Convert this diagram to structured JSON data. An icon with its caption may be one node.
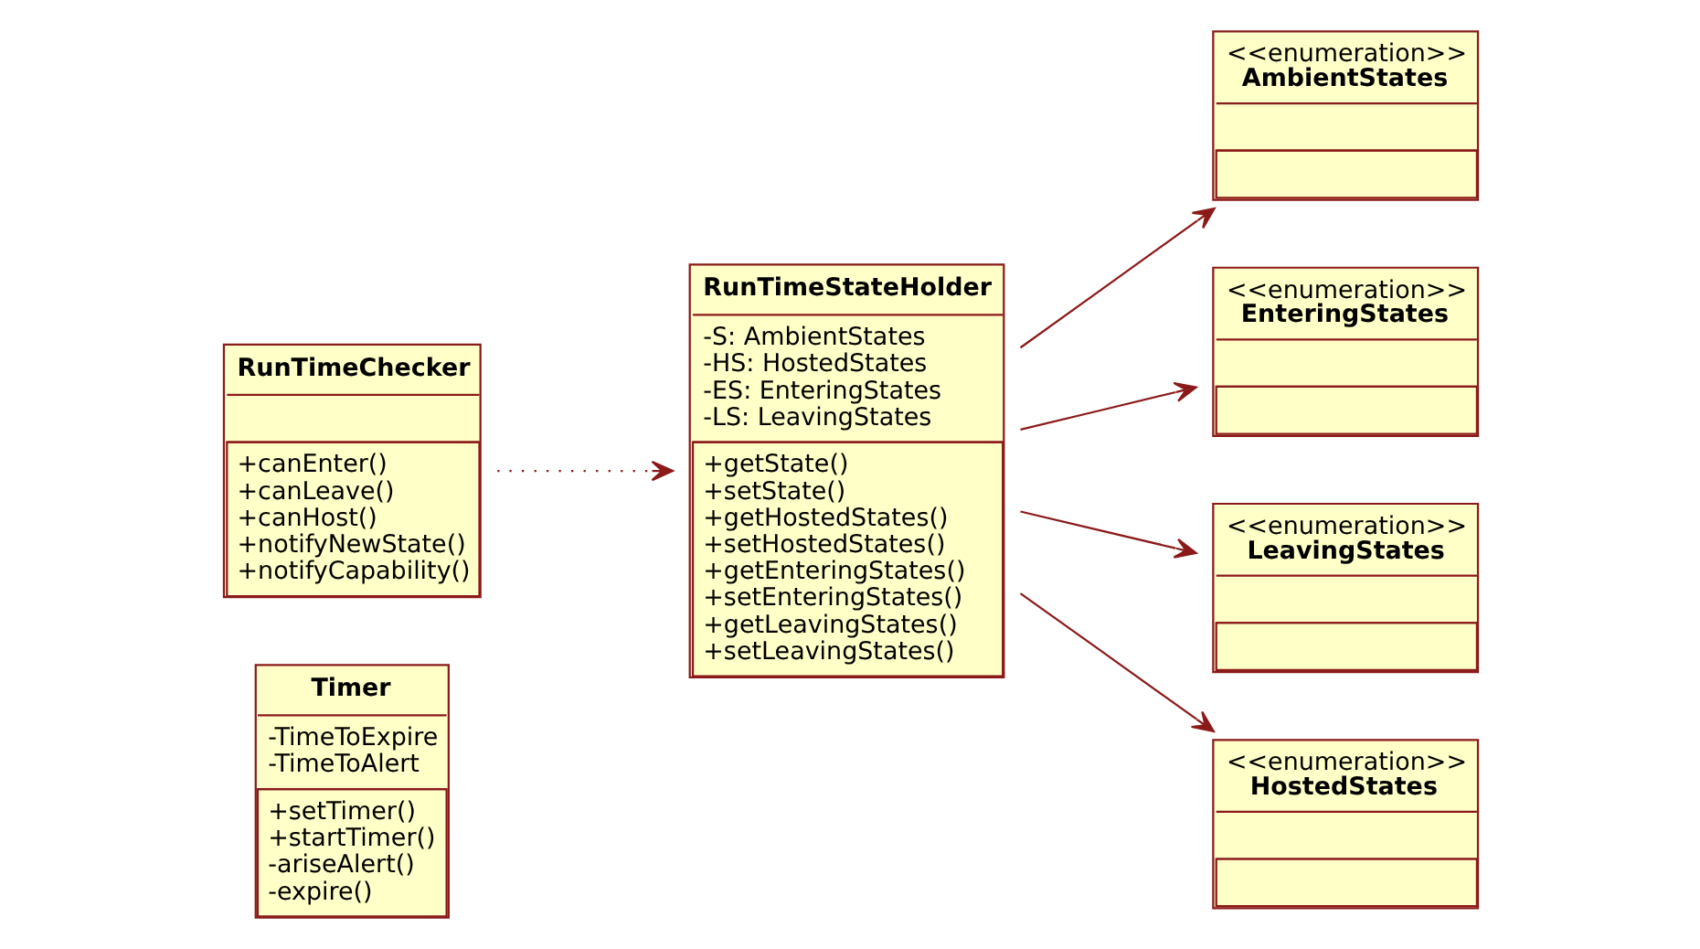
{
  "diagram": {
    "nodes": [
      {
        "text": [
          "Timer",
          "-TimeToExpire",
          "-TimeToAlert",
          "+setTimer()",
          "+startTimer()",
          "-ariseAlert()",
          "-expire()"
        ]
      },
      {
        "text": [
          "RunTimeChecker",
          "+canEnter()",
          "+canLeave()",
          "+canHost()",
          "+notifyNewState()",
          "+notifyCapability()"
        ]
      },
      {
        "text": [
          "RunTimeStateHolder",
          "-S: AmbientStates",
          "-HS: HostedStates",
          "-ES: EnteringStates",
          "-LS: LeavingStates",
          "+getState()",
          "+setState()",
          "+getHostedStates()",
          "+setHostedStates()",
          "+getEnteringStates()",
          "+setEnteringStates()",
          "+getLeavingStates()",
          "+setLeavingStates()"
        ]
      },
      {
        "text": [
          "<<enumeration>>",
          "AmbientStates"
        ]
      },
      {
        "text": [
          "<<enumeration>>",
          "EnteringStates"
        ]
      },
      {
        "text": [
          "<<enumeration>>",
          "LeavingStates"
        ]
      },
      {
        "text": [
          "<<enumeration>>",
          "HostedStates"
        ]
      }
    ],
    "edges": [
      {
        "from": 1,
        "to": 2,
        "arrow": "to",
        "style": "dashed"
      },
      {
        "from": 2,
        "to": 3,
        "arrow": "to"
      },
      {
        "from": 2,
        "to": 4,
        "arrow": "to"
      },
      {
        "from": 2,
        "to": 5,
        "arrow": "to"
      },
      {
        "from": 2,
        "to": 6,
        "arrow": "to"
      }
    ]
  }
}
